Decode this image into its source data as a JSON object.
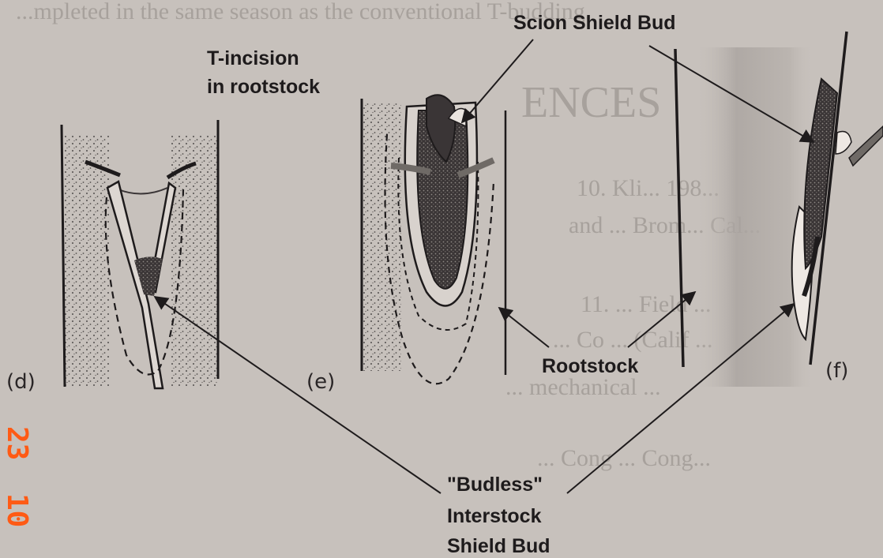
{
  "labels": {
    "t_incision": [
      "T-incision",
      "in rootstock"
    ],
    "scion_shield_bud": "Scion Shield Bud",
    "rootstock": "Rootstock",
    "budless_interstock": [
      "\"Budless\"",
      "Interstock",
      "Shield Bud"
    ]
  },
  "panels": {
    "d": "(d)",
    "e": "(e)",
    "f": "(f)"
  },
  "camera_date_stamp": [
    "23",
    "10"
  ],
  "bleed_through_text": [
    "...mpleted in the same season as the conventional T-budding.",
    "ENCES",
    "10. Kli... 198...",
    "and ... Brom... Cal...",
    "11. ... Field ...",
    "... Co ... (Calif ...",
    "... mechanical ...",
    "... Cong ... Cong..."
  ],
  "colors": {
    "paper": "#c7c1bc",
    "ink": "#1e1b1c",
    "stamp": "#ff5a14"
  }
}
